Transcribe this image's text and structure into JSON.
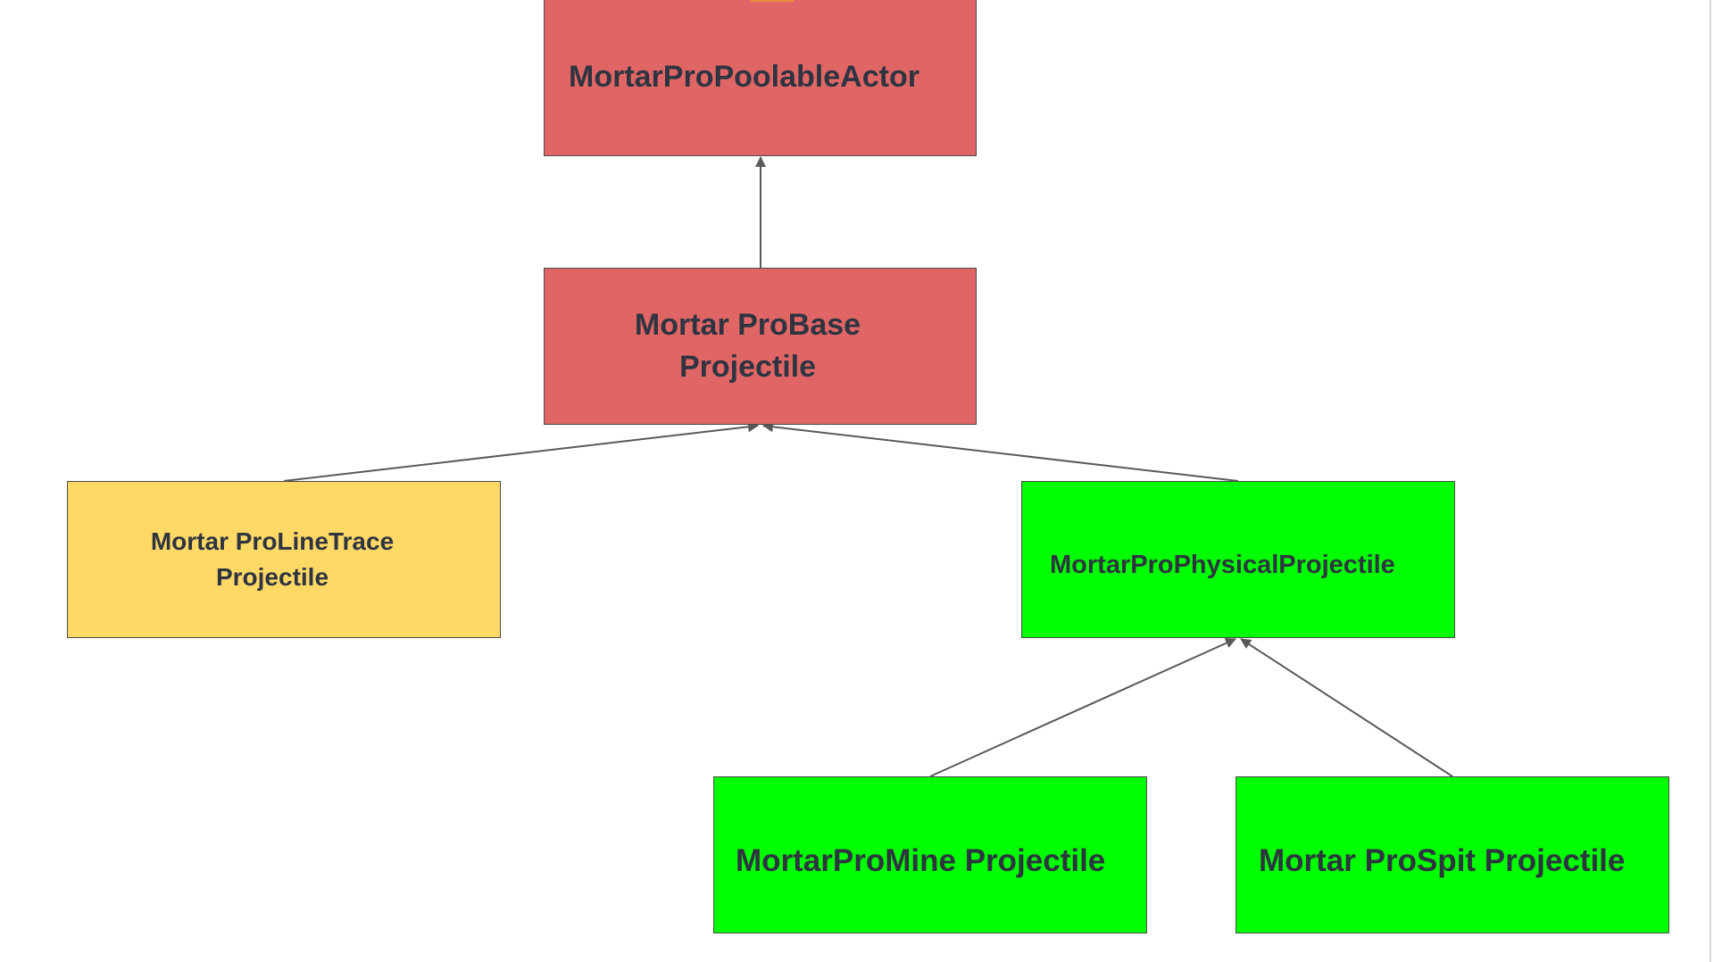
{
  "colors": {
    "red_fill": "#e06666",
    "yellow_fill": "#ffd966",
    "green_fill": "#00ff00",
    "accent_orange": "#e69138",
    "edge_color": "#595959",
    "text_color": "#2e3440"
  },
  "nodes": {
    "poolable_actor": {
      "lines": [
        "MortarProPoolableActor"
      ]
    },
    "base_projectile": {
      "lines": [
        "Mortar ProBase",
        "Projectile"
      ]
    },
    "linetrace_projectile": {
      "lines": [
        "Mortar ProLineTrace",
        "Projectile"
      ]
    },
    "physical_projectile": {
      "lines": [
        "MortarProPhysicalProjectile"
      ]
    },
    "mine_projectile": {
      "lines": [
        "MortarProMine Projectile"
      ]
    },
    "spit_projectile": {
      "lines": [
        "Mortar ProSpit Projectile"
      ]
    }
  },
  "edges": [
    {
      "from": "base_projectile",
      "to": "poolable_actor"
    },
    {
      "from": "linetrace_projectile",
      "to": "base_projectile"
    },
    {
      "from": "physical_projectile",
      "to": "base_projectile"
    },
    {
      "from": "mine_projectile",
      "to": "physical_projectile"
    },
    {
      "from": "spit_projectile",
      "to": "physical_projectile"
    }
  ]
}
